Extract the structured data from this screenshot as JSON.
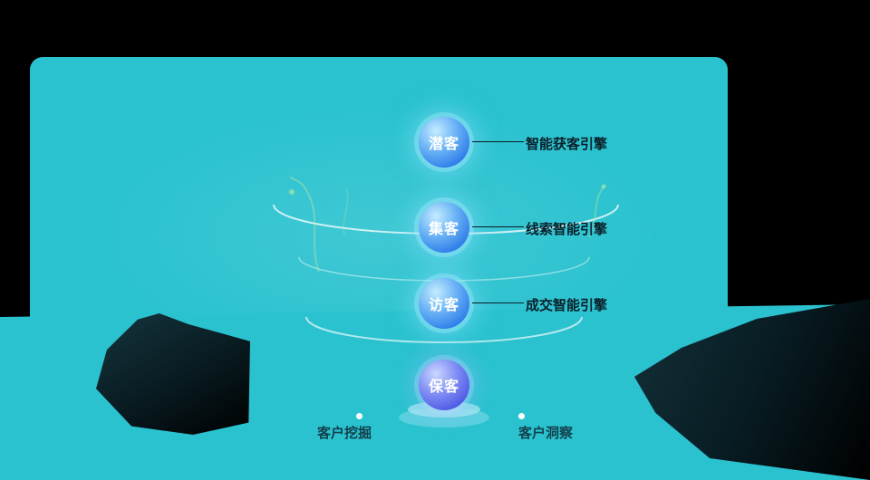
{
  "theme": {
    "page_bg": "#000000",
    "panel_color": "#2ac2cf",
    "sphere_blue": "#3f8ff2",
    "sphere_indigo": "#5b6cf0",
    "engine_text_color": "#0a1f28",
    "footer_text_color": "#10323d",
    "arc_color": "rgba(255,255,255,0.6)"
  },
  "funnel": {
    "stages": [
      {
        "label": "潜客",
        "engine": "智能获客引擎"
      },
      {
        "label": "集客",
        "engine": "线索智能引擎"
      },
      {
        "label": "访客",
        "engine": "成交智能引擎"
      },
      {
        "label": "保客"
      }
    ]
  },
  "footer": {
    "items": [
      {
        "label": "客户挖掘"
      },
      {
        "label": "客户洞察"
      }
    ]
  }
}
